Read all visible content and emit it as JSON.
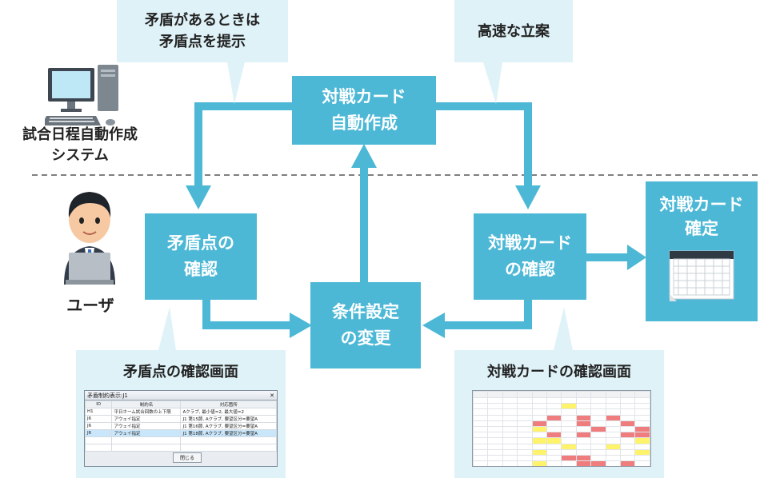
{
  "callouts": {
    "top_left": [
      "矛盾があるときは",
      "矛盾点を提示"
    ],
    "top_right": "高速な立案",
    "bottom_left_title": "矛盾点の確認画面",
    "bottom_right_title": "対戦カードの確認画面"
  },
  "nodes": {
    "auto_create": [
      "対戦カード",
      "自動作成"
    ],
    "check_conflict": [
      "矛盾点の",
      "確認"
    ],
    "change_conditions": [
      "条件設定",
      "の変更"
    ],
    "check_matchups": [
      "対戦カード",
      "の確認"
    ],
    "confirmed": [
      "対戦カード",
      "確定"
    ]
  },
  "actors": {
    "system": [
      "試合日程自動作成",
      "システム"
    ],
    "user": "ユーザ"
  },
  "conflict_window": {
    "title": "矛盾制約表示:J1",
    "close": "✕",
    "headers": [
      "ID",
      "制約名",
      "対応箇所"
    ],
    "rows": [
      [
        "H1",
        "平日ホーム試合回数の上下限",
        "Aクラブ, 最小値=2, 最大値=2"
      ],
      [
        "J6",
        "アウェイ指定",
        "J1 第15節, Aクラブ, 要望区分=要望A"
      ],
      [
        "J6",
        "アウェイ指定",
        "J1 第16節, Aクラブ, 要望区分=要望A"
      ],
      [
        "J6",
        "アウェイ指定",
        "J1 第18節, Aクラブ, 要望区分=要望A"
      ]
    ],
    "button": "閉じる"
  },
  "colors": {
    "node_fill": "#4cb8d6",
    "callout_fill": "#dff2f8",
    "conflict_cell": "#f07d7d",
    "highlight_cell": "#fff36b"
  }
}
